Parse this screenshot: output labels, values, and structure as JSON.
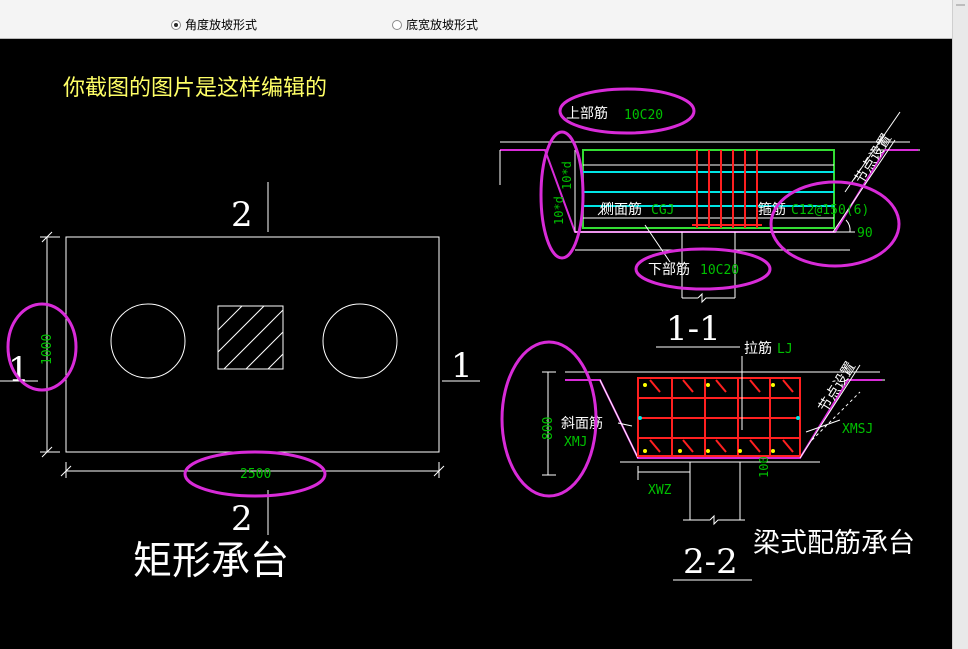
{
  "toolbar": {
    "radio_angle": "角度放坡形式",
    "radio_width": "底宽放坡形式",
    "selected": "radio_angle"
  },
  "annotation": "你截图的图片是这样编辑的",
  "left_figure": {
    "section_top": "2",
    "section_bottom": "2",
    "section_left": "1",
    "section_right": "1",
    "dim_height": "1000",
    "dim_width": "2500",
    "caption": "矩形承台"
  },
  "section_1_1": {
    "top_bar_label": "上部筋",
    "top_bar_value": "10C20",
    "depth_label": "10*d",
    "depth_label_2": "10*d",
    "side_bar_label": "侧面筋",
    "side_bar_value": "CGJ",
    "stirrup_label": "箍筋",
    "stirrup_value": "C12@150(6)",
    "node_label": "节点设置",
    "angle_value": "90",
    "bottom_bar_label": "下部筋",
    "bottom_bar_value": "10C20",
    "section_name": "1-1"
  },
  "section_2_2": {
    "tie_label": "拉筋",
    "tie_value": "LJ",
    "node_label": "节点设置",
    "slope_label": "斜面筋",
    "slope_value": "XMJ",
    "slope_right_value": "XMSJ",
    "height_value": "800",
    "width_value": "XWZ",
    "cover_value": "100",
    "section_name": "2-2",
    "caption": "梁式配筋承台"
  },
  "colors": {
    "background": "#000000",
    "line": "#ffffff",
    "dimension_text": "#00c000",
    "annotation": "#ffff66",
    "highlight": "#d82bd8",
    "rebar": "#ff2020",
    "cyan": "#00e5e5",
    "green_frame": "#33dd33"
  }
}
